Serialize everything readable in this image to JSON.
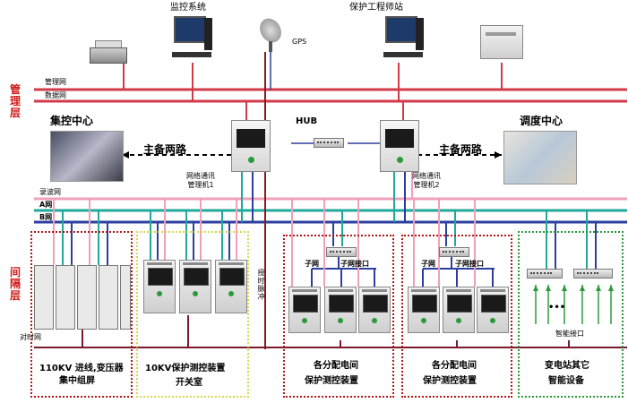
{
  "layers": {
    "management": "管理层",
    "interval": "间隔层"
  },
  "networks": {
    "mgmt_net": "管理网",
    "data_net": "数据网",
    "sync_net": "录波网",
    "a_net": "A网",
    "b_net": "B网",
    "timing_net": "对时网",
    "gps_bus": "授时脉冲"
  },
  "top": {
    "monitor": "监控系统",
    "engineer": "保护工程师站",
    "gps": "GPS",
    "hub": "HUB"
  },
  "centers": {
    "control_center": "集控中心",
    "dispatch_center": "调度中心",
    "dual_route_left": "主备两路",
    "dual_route_right": "主备两路"
  },
  "nmu": {
    "nmu1": "网络通讯\n管理机1",
    "nmu2": "网络通讯\n管理机2"
  },
  "subnet": {
    "sub_a": "子网",
    "port_a": "子网接口",
    "sub_b": "子网",
    "port_b": "子网接口",
    "smart_port": "智能接口"
  },
  "zones": {
    "z1_line1": "110KV 进线,变压器",
    "z1_line2": "集中组屏",
    "z2_line1": "10KV保护测控装置",
    "z2_line2": "开关室",
    "z3_line1": "各分配电间",
    "z3_line2": "保护测控装置",
    "z4_line1": "各分配电间",
    "z4_line2": "保护测控装置",
    "z5_line1": "变电站其它",
    "z5_line2": "智能设备"
  },
  "colors": {
    "red": "#d23a4a",
    "pink": "#f0a0b8",
    "blue": "#2c3fa0",
    "teal": "#20a89a",
    "green": "#2a9a3a",
    "darkred": "#8b1a1a",
    "yellow": "#d8d84a"
  }
}
